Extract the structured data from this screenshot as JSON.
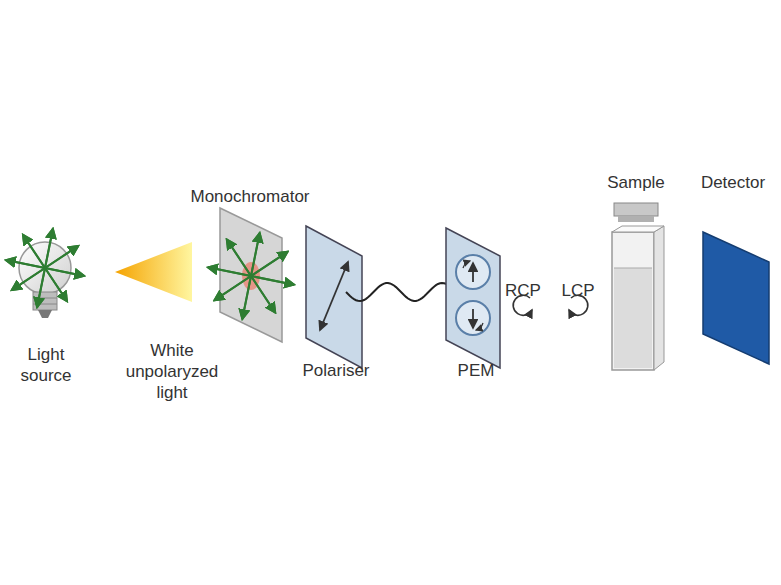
{
  "diagram": {
    "labels": [
      "Monochromator",
      "Sample",
      "Detector",
      "RCP",
      "LCP",
      "Light source",
      "White unpolaryzed light",
      "Polariser",
      "PEM"
    ]
  }
}
